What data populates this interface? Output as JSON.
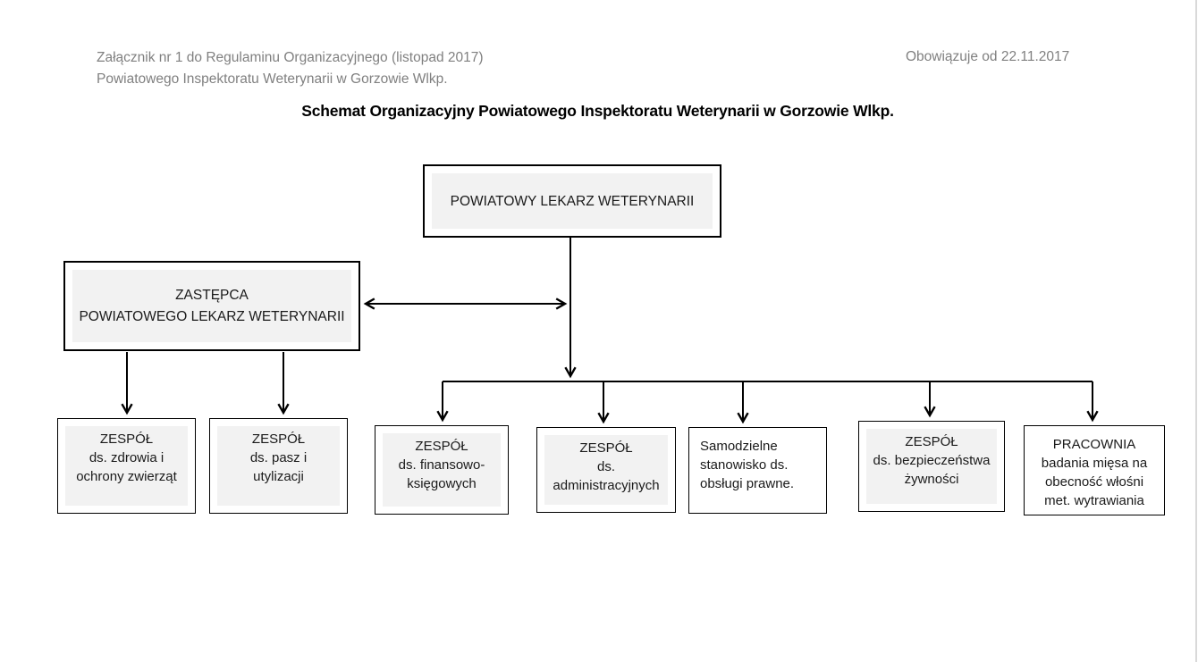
{
  "header": {
    "note_line1": "Załącznik nr 1 do Regulaminu Organizacyjnego (listopad 2017)",
    "note_line2": "Powiatowego Inspektoratu Weterynarii w Gorzowie Wlkp.",
    "effective_date": "Obowiązuje od 22.11.2017",
    "title": "Schemat Organizacyjny Powiatowego Inspektoratu Weterynarii w Gorzowie Wlkp."
  },
  "org": {
    "root": {
      "label": "POWIATOWY LEKARZ WETERYNARII"
    },
    "deputy": {
      "lines": [
        "ZASTĘPCA",
        "POWIATOWEGO LEKARZ WETERYNARII"
      ]
    },
    "units": [
      {
        "id": "zespol-zdrowia-zwierzat",
        "lines": [
          "ZESPÓŁ",
          "ds. zdrowia i",
          "ochrony zwierząt"
        ]
      },
      {
        "id": "zespol-pasz-utylizacji",
        "lines": [
          "ZESPÓŁ",
          "ds. pasz i",
          "utylizacji"
        ]
      },
      {
        "id": "zespol-finansowo-ksiegowych",
        "lines": [
          "ZESPÓŁ",
          "ds. finansowo-",
          "księgowych"
        ]
      },
      {
        "id": "zespol-administracyjnych",
        "lines": [
          "ZESPÓŁ",
          "ds.",
          "administracyjnych"
        ]
      },
      {
        "id": "stanowisko-obslugi-prawnej",
        "lines": [
          "Samodzielne",
          "stanowisko ds.",
          "obsługi prawne."
        ]
      },
      {
        "id": "zespol-bezpieczenstwa-zywnosci",
        "lines": [
          "ZESPÓŁ",
          "ds. bezpieczeństwa",
          "żywności"
        ]
      },
      {
        "id": "pracownia-badania-miesa",
        "lines": [
          "PRACOWNIA",
          "badania mięsa na",
          "obecność włośni",
          "met. wytrawiania"
        ]
      }
    ]
  },
  "colors": {
    "box-fill": "#f2f2f2",
    "box-border": "#000000",
    "connector": "#000000",
    "muted-text": "#808080",
    "text": "#1a1a1a",
    "page-edge": "#d9d9d9"
  }
}
